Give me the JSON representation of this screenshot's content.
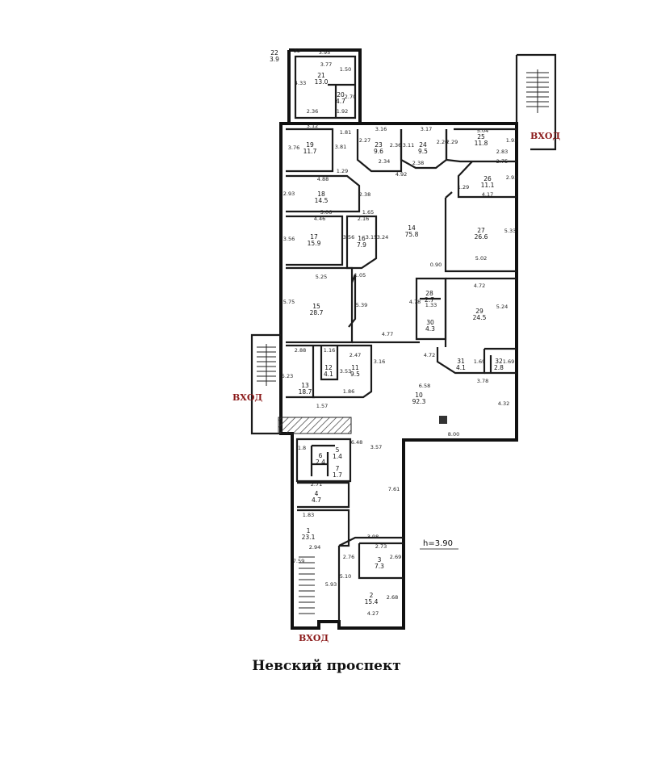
{
  "street_label": "Невский проспект",
  "height_label": "h=3.90",
  "entrance_label": "ВХОД",
  "rooms": [
    {
      "n": "21",
      "a": "13.0"
    },
    {
      "n": "20",
      "a": "4.7"
    },
    {
      "n": "22",
      "a": "3.9"
    },
    {
      "n": "19",
      "a": "11.7"
    },
    {
      "n": "23",
      "a": "9.6"
    },
    {
      "n": "24",
      "a": "9.5"
    },
    {
      "n": "25",
      "a": "11.8"
    },
    {
      "n": "26",
      "a": "11.1"
    },
    {
      "n": "18",
      "a": "14.5"
    },
    {
      "n": "17",
      "a": "15.9"
    },
    {
      "n": "16",
      "a": "7.9"
    },
    {
      "n": "14",
      "a": "75.8"
    },
    {
      "n": "27",
      "a": "26.6"
    },
    {
      "n": "15",
      "a": "28.7"
    },
    {
      "n": "28",
      "a": "2.7"
    },
    {
      "n": "29",
      "a": "24.5"
    },
    {
      "n": "30",
      "a": "4.3"
    },
    {
      "n": "13",
      "a": "18.7"
    },
    {
      "n": "12",
      "a": "4.1"
    },
    {
      "n": "11",
      "a": "9.5"
    },
    {
      "n": "31",
      "a": "4.1"
    },
    {
      "n": "32",
      "a": "2.8"
    },
    {
      "n": "10",
      "a": "92.3"
    },
    {
      "n": "6",
      "a": "2.4"
    },
    {
      "n": "5",
      "a": "1.4"
    },
    {
      "n": "7",
      "a": "1.7"
    },
    {
      "n": "4",
      "a": "4.7"
    },
    {
      "n": "1",
      "a": "23.1"
    },
    {
      "n": "3",
      "a": "7.3"
    },
    {
      "n": "2",
      "a": "15.4"
    }
  ],
  "dims": [
    "3.95",
    "3.77",
    "4.33",
    "1.50",
    "2.70",
    "2.36",
    "1.92",
    "22",
    "3.12",
    "1.81",
    "3.16",
    "3.17",
    "5.04",
    "3.76",
    "3.81",
    "2.27",
    "2.36",
    "3.11",
    "2.20",
    "2.29",
    "1.93",
    "2.83",
    "2.75",
    "1.29",
    "2.34",
    "2.38",
    "4.92",
    "2.93",
    "4.88",
    "2.93",
    "2.38",
    "1.29",
    "4.17",
    "5.06",
    "1.65",
    "4.46",
    "2.16",
    "3.56",
    "3.56",
    "3.15",
    "3.24",
    "5.33",
    "5.02",
    "0.90",
    "5.25",
    "1.05",
    "4.72",
    "5.75",
    "5.39",
    "4.78",
    "1.33",
    "5.24",
    "4.77",
    "4.72",
    "2.88",
    "1.16",
    "2.47",
    "3.16",
    "5.23",
    "3.53",
    "1.69",
    "1.69",
    "3.78",
    "1.57",
    "1.86",
    "6.58",
    "4.32",
    "8.00",
    "6.48",
    "3.57",
    "2.71",
    "7.61",
    "1.83",
    "3.98",
    "2.73",
    "2.94",
    "2.76",
    "2.69",
    "7.59",
    "5.93",
    "5.10",
    "2.68",
    "4.27",
    "1.8"
  ]
}
